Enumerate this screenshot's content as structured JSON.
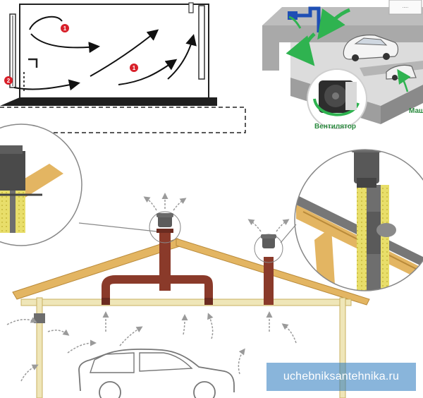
{
  "floorplan": {
    "badges": [
      "1",
      "1",
      "2"
    ]
  },
  "garage_3d": {
    "fan_label": "Вентилятор",
    "partial_label": "Маш",
    "sign_text": "....."
  },
  "watermark": {
    "text": "uchebniksantehnika.ru"
  },
  "colors": {
    "wood": "#e3b562",
    "wood_dark": "#b98a3a",
    "pipe_brown": "#8a3a2a",
    "pipe_grey": "#6e6e6e",
    "insulation": "#e8de6a",
    "airflow_green": "#2fb350",
    "badge_red": "#d8202a",
    "watermark_blue": "#2878be"
  }
}
